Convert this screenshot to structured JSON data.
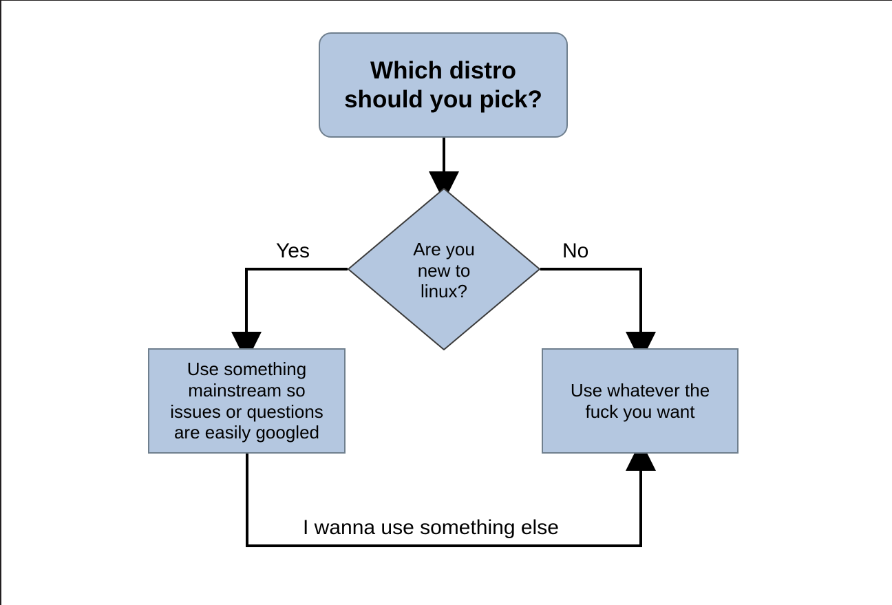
{
  "diagram": {
    "title": "Which distro should you pick?",
    "background_color": "#ffffff",
    "node_fill_color": "#b4c7e0",
    "node_border_color": "#6f7f8e",
    "edge_color": "#000000",
    "text_color": "#000000"
  },
  "nodes": {
    "start": {
      "id": "start",
      "shape": "rounded-rectangle",
      "text": "Which distro\nshould you pick?"
    },
    "decision": {
      "id": "decision",
      "shape": "diamond",
      "text": "Are you\nnew to\nlinux?"
    },
    "outcome_left": {
      "id": "outcome-mainstream",
      "shape": "rectangle",
      "text": "Use something\nmainstream so\nissues or questions\nare easily googled"
    },
    "outcome_right": {
      "id": "outcome-whatever",
      "shape": "rectangle",
      "text": "Use whatever the\nfuck you want"
    }
  },
  "edges": {
    "start_to_decision": {
      "from": "start",
      "to": "decision",
      "label": ""
    },
    "decision_yes": {
      "from": "decision",
      "to": "outcome-mainstream",
      "label": "Yes"
    },
    "decision_no": {
      "from": "decision",
      "to": "outcome-whatever",
      "label": "No"
    },
    "loop_back": {
      "from": "outcome-mainstream",
      "to": "outcome-whatever",
      "label": "I wanna use something else"
    }
  }
}
